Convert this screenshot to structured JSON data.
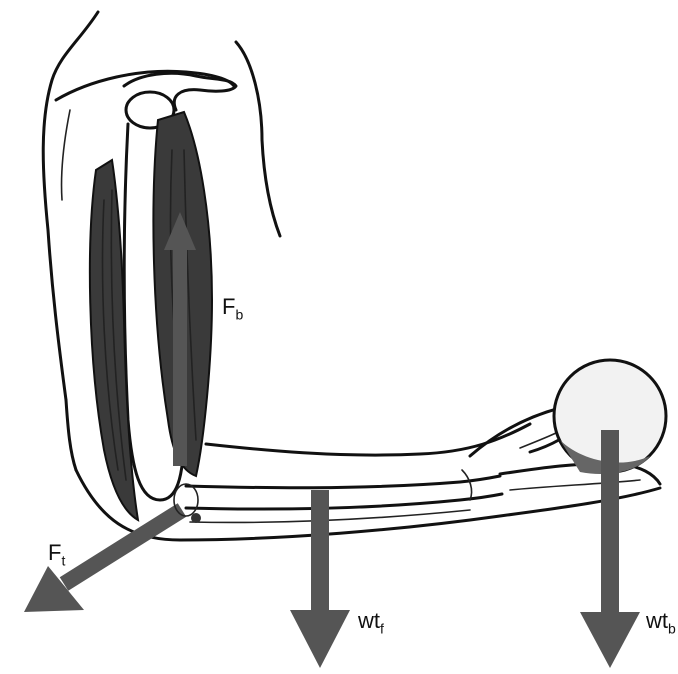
{
  "labels": {
    "fb": {
      "main": "F",
      "sub": "b"
    },
    "ft": {
      "main": "F",
      "sub": "t"
    },
    "wtf": {
      "main": "wt",
      "sub": "f"
    },
    "wtb": {
      "main": "wt",
      "sub": "b"
    }
  },
  "colors": {
    "arrow": "#555555",
    "ink": "#111111",
    "ball": "#f2f2f2"
  }
}
